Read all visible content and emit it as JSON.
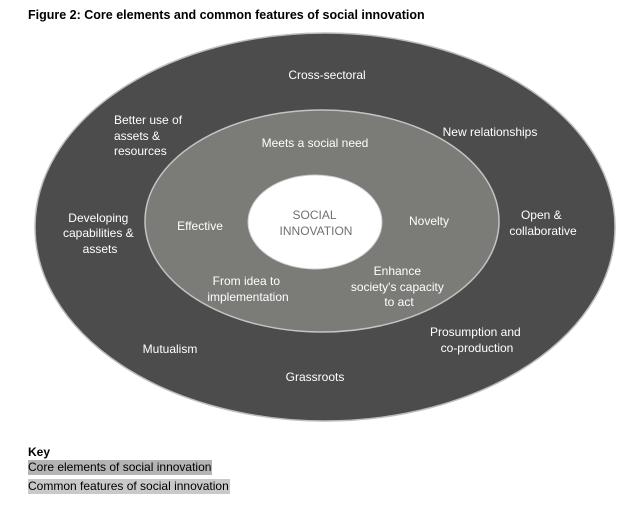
{
  "figure": {
    "title": "Figure 2: Core elements and common features of social innovation"
  },
  "diagram": {
    "center": [
      "SOCIAL",
      "INNOVATION"
    ],
    "core_elements": {
      "meets_need": [
        "Meets a social need"
      ],
      "effective": [
        "Effective"
      ],
      "novelty": [
        "Novelty"
      ],
      "idea_to_impl": [
        "From idea to",
        "implementation"
      ],
      "enhance_capacity": [
        "Enhance",
        "society's capacity",
        "to act"
      ]
    },
    "common_features": {
      "cross_sectoral": [
        "Cross-sectoral"
      ],
      "better_use": [
        "Better use of",
        "assets &",
        "resources"
      ],
      "new_relationships": [
        "New relationships"
      ],
      "developing": [
        "Developing",
        "capabilities &",
        "assets"
      ],
      "open_collab": [
        "Open &",
        "collaborative"
      ],
      "prosumption": [
        "Prosumption and",
        "co-production"
      ],
      "mutualism": [
        "Mutualism"
      ],
      "grassroots": [
        "Grassroots"
      ]
    },
    "colors": {
      "outer_ring": "#4c4c4c",
      "middle_ring": "#7b7b78",
      "center": "#ffffff",
      "ring_stroke": "#bdbdbd",
      "center_text": "#707070"
    }
  },
  "key": {
    "title": "Key",
    "core": "Core elements of social innovation",
    "common": "Common features of social innovation"
  }
}
